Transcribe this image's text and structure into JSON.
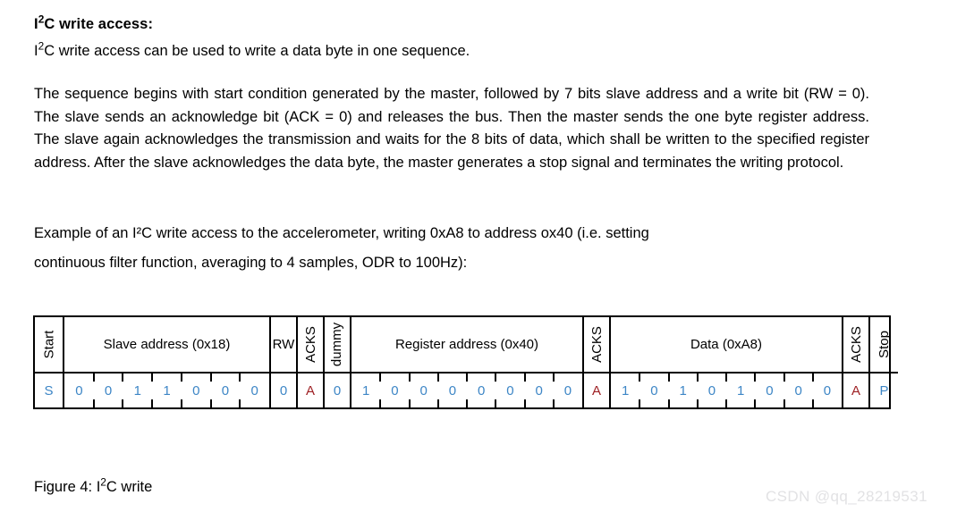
{
  "document": {
    "heading": "I²C write access:",
    "lead": "I²C write access can be used to write a data byte in one sequence.",
    "paragraph2": "The sequence begins with start condition generated by the master, followed by 7 bits slave address and a write bit (RW = 0). The slave sends an acknowledge bit (ACK = 0) and releases the bus. Then the master sends the one byte register address. The slave again acknowledges the transmission and waits for the 8 bits of data, which shall be written to the specified register address. After the slave acknowledges the data byte, the master generates a stop signal and terminates the writing protocol.",
    "paragraph3_line1": "Example of an I²C write access to the accelerometer, writing 0xA8 to address ox40 (i.e. setting",
    "paragraph3_line2": "continuous filter function, averaging to 4 samples, ODR to 100Hz):",
    "caption": "Figure 4: I²C write",
    "watermark": "CSDN @qq_28219531"
  },
  "colors": {
    "bit": "#3d86c6",
    "ack": "#9e2024",
    "border": "#000000",
    "watermark": "#e2e2e4"
  },
  "figure": {
    "name": "i2c-write-timing-diagram",
    "groups": [
      {
        "id": "start",
        "label": "Start",
        "rotated": true,
        "bits": [
          "S"
        ],
        "bit_kind": [
          "marker"
        ]
      },
      {
        "id": "slave",
        "label": "Slave address (0x18)",
        "rotated": false,
        "bits": [
          "0",
          "0",
          "1",
          "1",
          "0",
          "0",
          "0"
        ],
        "bit_kind": [
          "data",
          "data",
          "data",
          "data",
          "data",
          "data",
          "data"
        ]
      },
      {
        "id": "rw",
        "label": "RW",
        "rotated": false,
        "bits": [
          "0"
        ],
        "bit_kind": [
          "data"
        ]
      },
      {
        "id": "acks1",
        "label": "ACKS",
        "rotated": true,
        "bits": [
          "A"
        ],
        "bit_kind": [
          "ack"
        ]
      },
      {
        "id": "dummy",
        "label": "dummy",
        "rotated": true,
        "bits": [
          "0"
        ],
        "bit_kind": [
          "data"
        ]
      },
      {
        "id": "register",
        "label": "Register address (0x40)",
        "rotated": false,
        "bits": [
          "1",
          "0",
          "0",
          "0",
          "0",
          "0",
          "0",
          "0"
        ],
        "bit_kind": [
          "data",
          "data",
          "data",
          "data",
          "data",
          "data",
          "data",
          "data"
        ]
      },
      {
        "id": "acks2",
        "label": "ACKS",
        "rotated": true,
        "bits": [
          "A"
        ],
        "bit_kind": [
          "ack"
        ]
      },
      {
        "id": "data",
        "label": "Data (0xA8)",
        "rotated": false,
        "bits": [
          "1",
          "0",
          "1",
          "0",
          "1",
          "0",
          "0",
          "0"
        ],
        "bit_kind": [
          "data",
          "data",
          "data",
          "data",
          "data",
          "data",
          "data",
          "data"
        ]
      },
      {
        "id": "acks3",
        "label": "ACKS",
        "rotated": true,
        "bits": [
          "A"
        ],
        "bit_kind": [
          "ack"
        ]
      },
      {
        "id": "stop",
        "label": "Stop",
        "rotated": true,
        "bits": [
          "P"
        ],
        "bit_kind": [
          "marker"
        ]
      }
    ]
  }
}
